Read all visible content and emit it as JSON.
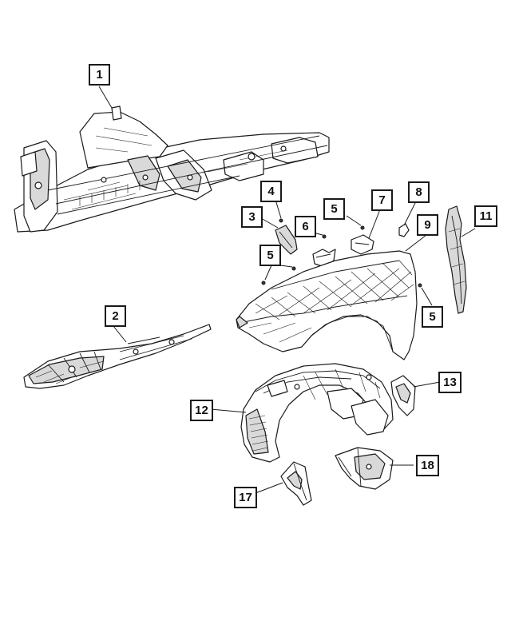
{
  "diagram": {
    "callouts": [
      {
        "id": "c1",
        "label": "1"
      },
      {
        "id": "c2",
        "label": "2"
      },
      {
        "id": "c3",
        "label": "3"
      },
      {
        "id": "c4",
        "label": "4"
      },
      {
        "id": "c5a",
        "label": "5"
      },
      {
        "id": "c5b",
        "label": "5"
      },
      {
        "id": "c5c",
        "label": "5"
      },
      {
        "id": "c6",
        "label": "6"
      },
      {
        "id": "c7",
        "label": "7"
      },
      {
        "id": "c8",
        "label": "8"
      },
      {
        "id": "c9",
        "label": "9"
      },
      {
        "id": "c11",
        "label": "11"
      },
      {
        "id": "c12",
        "label": "12"
      },
      {
        "id": "c13",
        "label": "13"
      },
      {
        "id": "c17",
        "label": "17"
      },
      {
        "id": "c18",
        "label": "18"
      }
    ],
    "colors": {
      "line": "#1a1a1a",
      "background": "#ffffff",
      "shade": "#d9d9d9"
    }
  }
}
